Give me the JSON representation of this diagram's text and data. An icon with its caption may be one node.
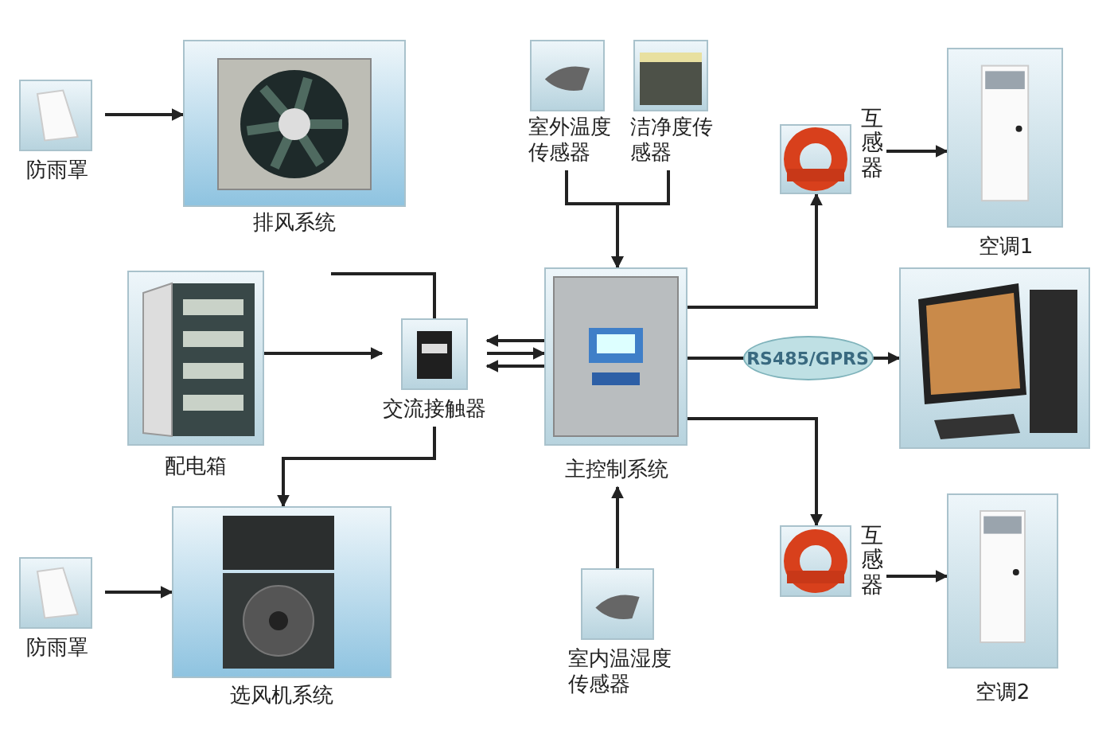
{
  "diagram": {
    "nodes": [
      {
        "text": [
          "防雨罩"
        ]
      },
      {
        "text": [
          "排风系统"
        ]
      },
      {
        "text": [
          "室外温度传感器"
        ]
      },
      {
        "text": [
          "洁净度传感器"
        ]
      },
      {
        "text": [
          "互感器"
        ]
      },
      {
        "text": [
          "空调1"
        ]
      },
      {
        "text": [
          "配电箱"
        ]
      },
      {
        "text": [
          "交流接触器"
        ]
      },
      {
        "text": [
          "主控制系统"
        ]
      },
      {
        "text": [],
        "shape": "picture"
      },
      {
        "text": [
          "互感器"
        ]
      },
      {
        "text": [
          "空调2"
        ]
      },
      {
        "text": [
          "防雨罩"
        ]
      },
      {
        "text": [
          "选风机系统"
        ]
      },
      {
        "text": [
          "室内温湿度传感器"
        ]
      }
    ],
    "edges": [
      {
        "from": 0,
        "to": 1,
        "arrow": "to"
      },
      {
        "from": 2,
        "to": 8,
        "arrow": "to"
      },
      {
        "from": 3,
        "to": 8,
        "arrow": "to"
      },
      {
        "from": 8,
        "to": 4,
        "arrow": "to"
      },
      {
        "from": 4,
        "to": 5,
        "arrow": "to"
      },
      {
        "from": 8,
        "to": 9,
        "arrow": "to",
        "label": "RS485/GPRS"
      },
      {
        "from": 8,
        "to": 10,
        "arrow": "to"
      },
      {
        "from": 10,
        "to": 11,
        "arrow": "to"
      },
      {
        "from": 6,
        "to": 7,
        "arrow": "to"
      },
      {
        "from": 8,
        "to": 7,
        "arrow": "to"
      },
      {
        "from": 7,
        "to": 8,
        "arrow": "to"
      },
      {
        "from": 8,
        "to": 7,
        "arrow": "to"
      },
      {
        "from": null,
        "to": 7,
        "arrow": "none"
      },
      {
        "from": 7,
        "to": 13,
        "arrow": "to"
      },
      {
        "from": 14,
        "to": 8,
        "arrow": "to"
      },
      {
        "from": 12,
        "to": 13,
        "arrow": "to"
      }
    ]
  }
}
